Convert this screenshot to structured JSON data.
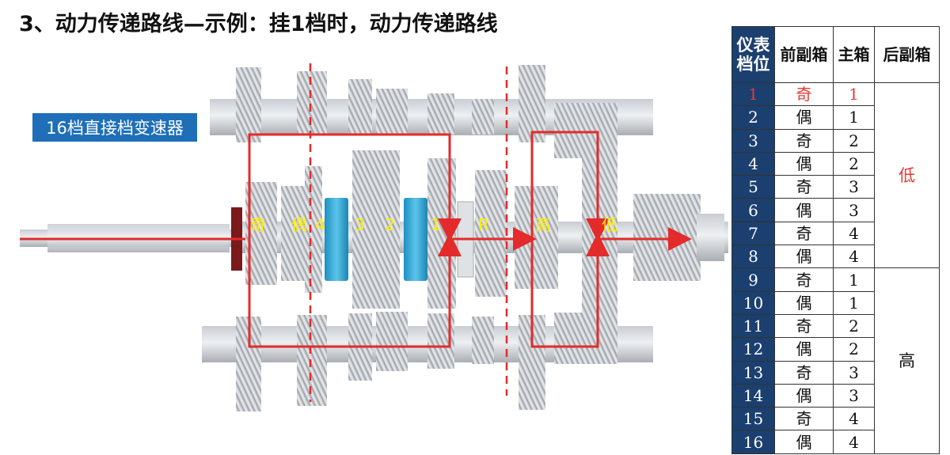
{
  "title": "3、动力传递路线—示例：挂1档时，动力传递路线",
  "diagram": {
    "label_box": "16档直接档变速器",
    "path_labels": [
      "奇",
      "偶",
      "4",
      "3",
      "2",
      "1",
      "R",
      "高",
      "低"
    ],
    "colors": {
      "path": "#e32b2b",
      "label": "#ffee00",
      "synchro": "#2aa7d6",
      "label_box_bg": "#1e6fb8"
    }
  },
  "table": {
    "headers": [
      "仪表档位",
      "前副箱",
      "主箱",
      "后副箱"
    ],
    "rows": [
      {
        "gear": "1",
        "front": "奇",
        "main": "1"
      },
      {
        "gear": "2",
        "front": "偶",
        "main": "1"
      },
      {
        "gear": "3",
        "front": "奇",
        "main": "2"
      },
      {
        "gear": "4",
        "front": "偶",
        "main": "2"
      },
      {
        "gear": "5",
        "front": "奇",
        "main": "3"
      },
      {
        "gear": "6",
        "front": "偶",
        "main": "3"
      },
      {
        "gear": "7",
        "front": "奇",
        "main": "4"
      },
      {
        "gear": "8",
        "front": "偶",
        "main": "4"
      },
      {
        "gear": "9",
        "front": "奇",
        "main": "1"
      },
      {
        "gear": "10",
        "front": "偶",
        "main": "1"
      },
      {
        "gear": "11",
        "front": "奇",
        "main": "2"
      },
      {
        "gear": "12",
        "front": "偶",
        "main": "2"
      },
      {
        "gear": "13",
        "front": "奇",
        "main": "3"
      },
      {
        "gear": "14",
        "front": "偶",
        "main": "3"
      },
      {
        "gear": "15",
        "front": "奇",
        "main": "4"
      },
      {
        "gear": "16",
        "front": "偶",
        "main": "4"
      }
    ],
    "rear_low": "低",
    "rear_high": "高"
  }
}
